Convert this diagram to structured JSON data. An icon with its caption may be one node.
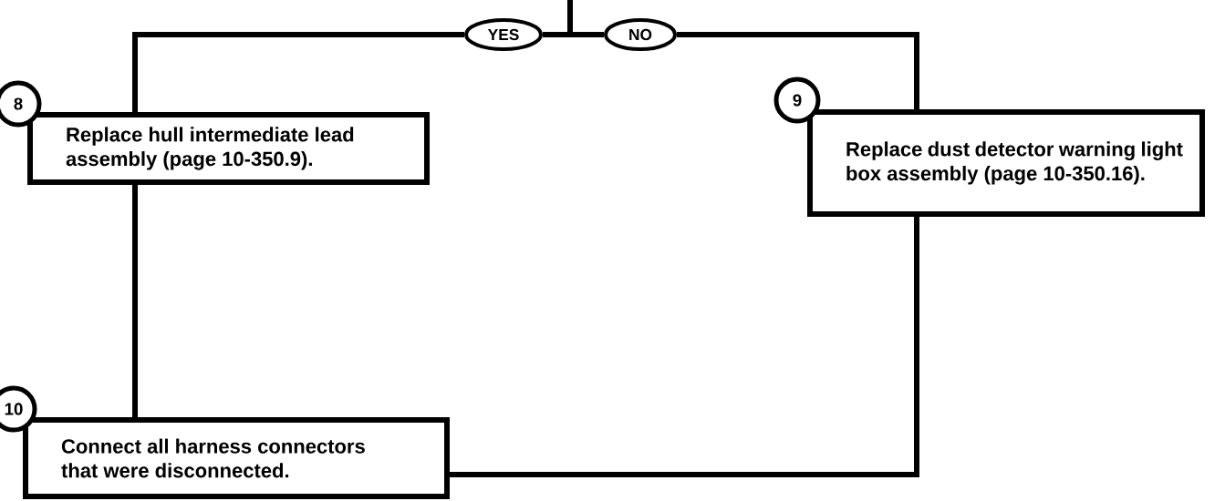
{
  "diagram": {
    "nodes": [
      {
        "text": [
          "YES"
        ]
      },
      {
        "text": [
          "NO"
        ]
      },
      {
        "text": [
          "Replace hull intermediate lead assembly (page 10-350.9)."
        ],
        "beside": [
          "8"
        ]
      },
      {
        "text": [
          "Replace dust detector warning light box assembly (page 10-350.16)."
        ],
        "beside": [
          "9"
        ]
      },
      {
        "text": [
          "Connect all harness connectors that were disconnected."
        ],
        "beside": [
          "10"
        ]
      }
    ],
    "edges": [
      {
        "from": null,
        "to": 0,
        "arrow": "none"
      },
      {
        "from": null,
        "to": 1,
        "arrow": "none"
      },
      {
        "from": 0,
        "to": 2,
        "arrow": "none"
      },
      {
        "from": 1,
        "to": 3,
        "arrow": "none"
      },
      {
        "from": 2,
        "to": 4,
        "arrow": "none"
      },
      {
        "from": 3,
        "to": 4,
        "arrow": "none"
      }
    ]
  }
}
